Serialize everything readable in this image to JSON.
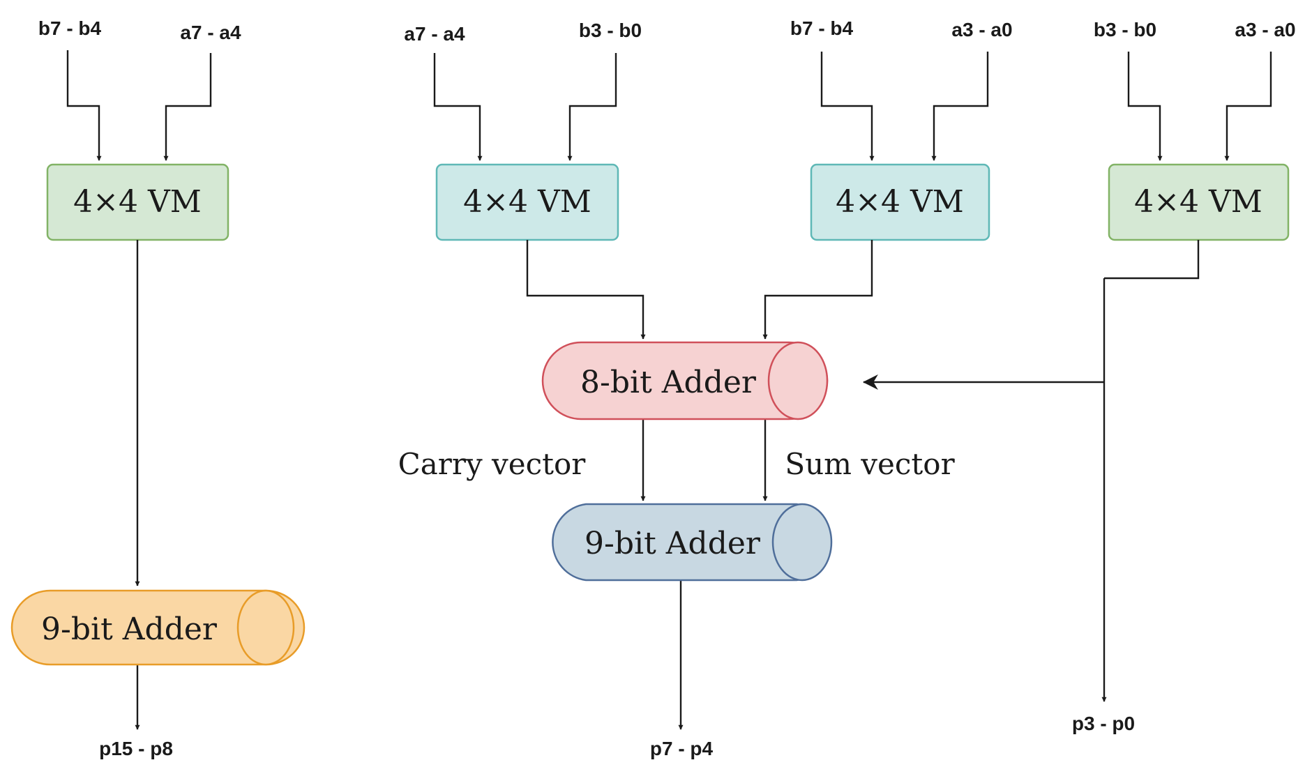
{
  "inputs": {
    "vm1_b": "b7 - b4",
    "vm1_a": "a7 - a4",
    "vm2_a": "a7 - a4",
    "vm2_b": "b3 - b0",
    "vm3_b": "b7 - b4",
    "vm3_a": "a3 - a0",
    "vm4_b": "b3 - b0",
    "vm4_a": "a3 - a0"
  },
  "blocks": {
    "vm1": "4×4 VM",
    "vm2": "4×4 VM",
    "vm3": "4×4 VM",
    "vm4": "4×4 VM",
    "adder8": "8-bit Adder",
    "adder9_mid": "9-bit Adder",
    "adder9_left": "9-bit Adder"
  },
  "vectors": {
    "carry": "Carry vector",
    "sum": "Sum vector"
  },
  "outputs": {
    "high": "p15 - p8",
    "mid": "p7 - p4",
    "low": "p3 - p0"
  },
  "colors": {
    "vm_green_fill": "#d5e8d4",
    "vm_green_stroke": "#82b366",
    "vm_cyan_fill": "#cde9e8",
    "vm_cyan_stroke": "#5fb8b6",
    "adder8_fill": "#f6d2d2",
    "adder8_stroke": "#d0505a",
    "adder9_blue_fill": "#c8d8e2",
    "adder9_blue_stroke": "#4f6e9a",
    "adder9_orange_fill": "#fad7a4",
    "adder9_orange_stroke": "#e89c28"
  }
}
